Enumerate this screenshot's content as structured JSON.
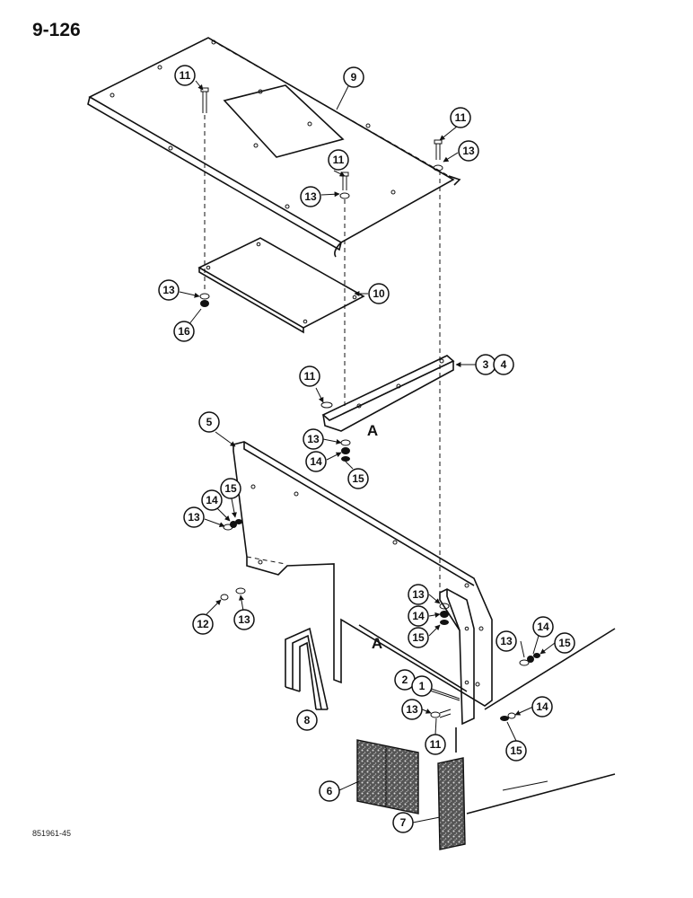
{
  "page": {
    "number": "9-126",
    "figure_code": "851961-45"
  },
  "reference_letters": [
    "A",
    "A"
  ],
  "callouts": {
    "c1": "1",
    "c2": "2",
    "c3": "3",
    "c4": "4",
    "c5": "5",
    "c6": "6",
    "c7": "7",
    "c8": "8",
    "c9": "9",
    "c10": "10",
    "c11": "11",
    "c12": "12",
    "c13": "13",
    "c14": "14",
    "c15": "15",
    "c16": "16"
  }
}
